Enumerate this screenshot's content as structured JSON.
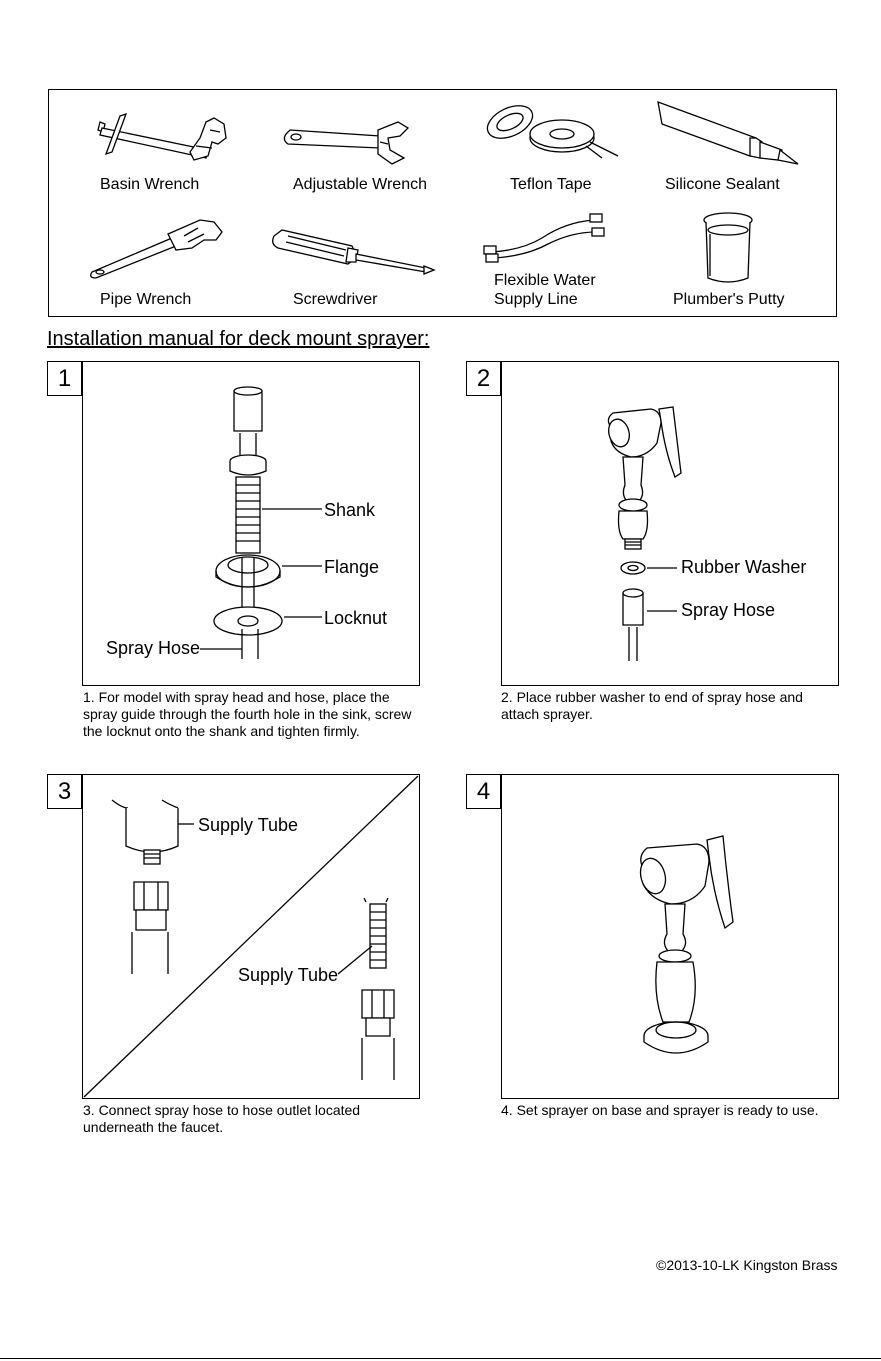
{
  "tools": [
    {
      "label": "Basin Wrench",
      "icon": "basin-wrench-icon"
    },
    {
      "label": "Adjustable Wrench",
      "icon": "adjustable-wrench-icon"
    },
    {
      "label": "Teflon Tape",
      "icon": "teflon-tape-icon"
    },
    {
      "label": "Silicone Sealant",
      "icon": "silicone-sealant-icon"
    },
    {
      "label": "Pipe Wrench",
      "icon": "pipe-wrench-icon"
    },
    {
      "label": "Screwdriver",
      "icon": "screwdriver-icon"
    },
    {
      "label_line1": "Flexible Water",
      "label_line2": "Supply Line",
      "icon": "flexible-supply-line-icon"
    },
    {
      "label": "Plumber's Putty",
      "icon": "plumbers-putty-icon"
    }
  ],
  "title": "Installation manual for deck mount sprayer:",
  "steps": [
    {
      "number": "1",
      "callouts": {
        "shank": "Shank",
        "flange": "Flange",
        "locknut": "Locknut",
        "spray_hose": "Spray Hose"
      },
      "caption": "1. For model with spray head and hose, place the spray guide through the fourth hole in the sink, screw the locknut onto the shank and tighten firmly."
    },
    {
      "number": "2",
      "callouts": {
        "rubber_washer": "Rubber Washer",
        "spray_hose": "Spray Hose"
      },
      "caption": "2. Place rubber washer to end of spray hose and attach sprayer."
    },
    {
      "number": "3",
      "callouts": {
        "supply_tube_top": "Supply Tube",
        "supply_tube_bottom": "Supply Tube"
      },
      "caption": "3. Connect spray hose to hose outlet located underneath the faucet."
    },
    {
      "number": "4",
      "callouts": {},
      "caption": "4. Set sprayer on base and sprayer is ready to use."
    }
  ],
  "footer": "©2013-10-LK Kingston Brass"
}
